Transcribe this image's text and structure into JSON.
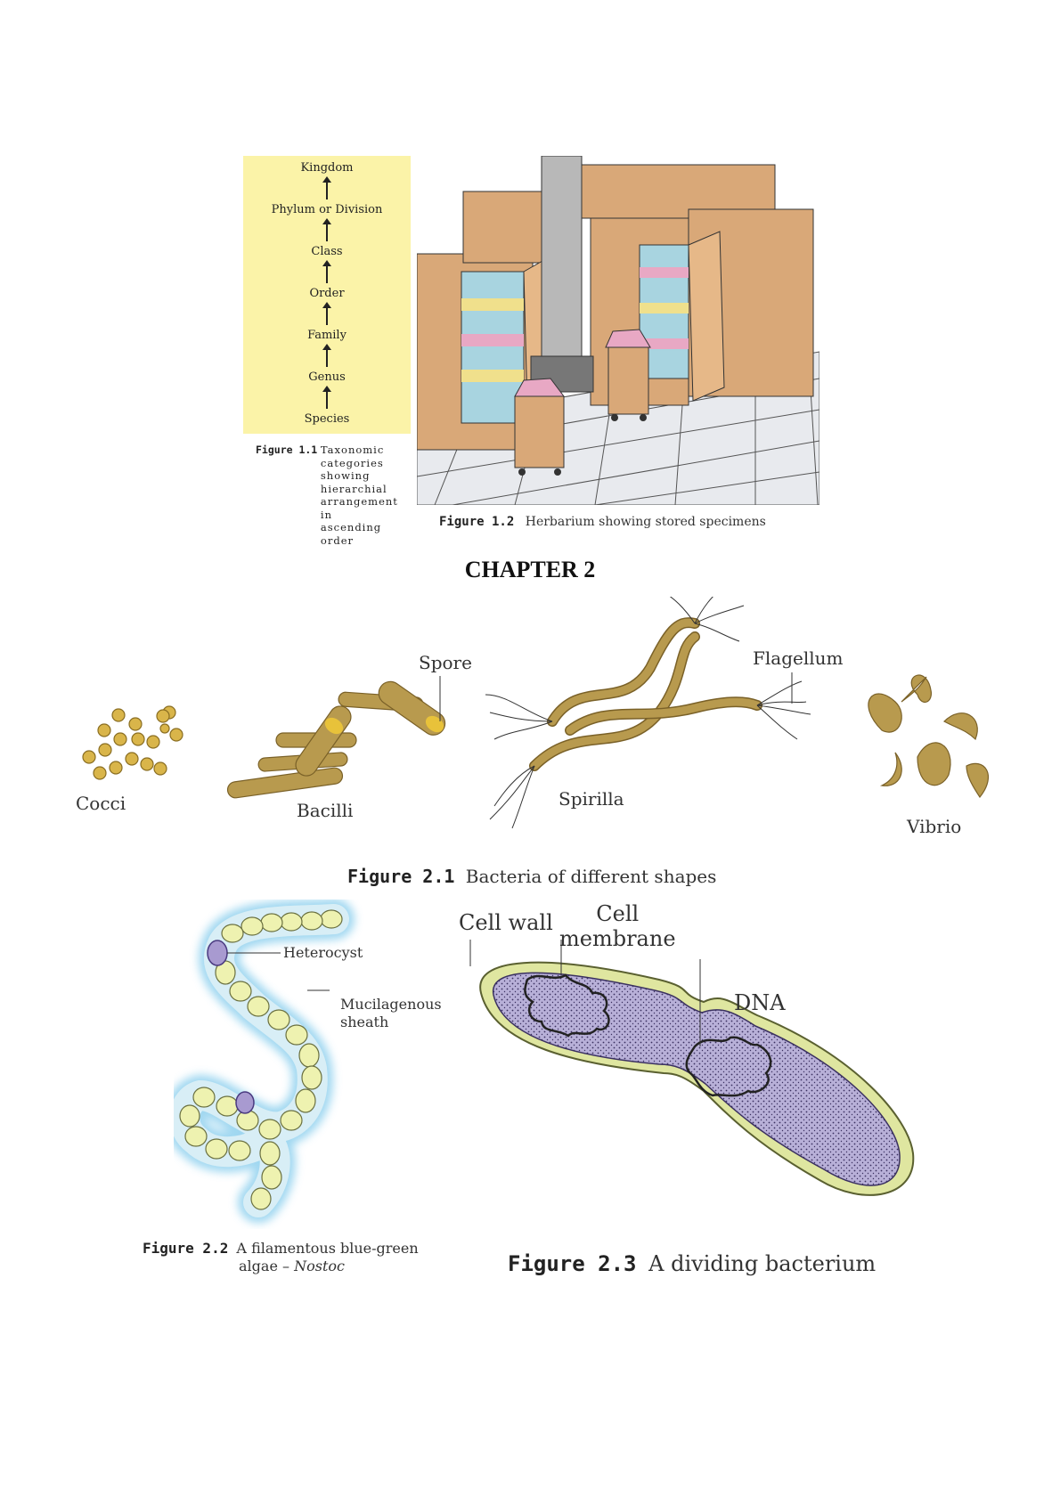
{
  "figure_1_1": {
    "ranks": [
      "Kingdom",
      "Phylum or Division",
      "Class",
      "Order",
      "Family",
      "Genus",
      "Species"
    ],
    "caption_label": "Figure 1.1",
    "caption_text": "Taxonomic categories showing hierarchial arrangement in ascending order"
  },
  "figure_1_2": {
    "caption_label": "Figure 1.2",
    "caption_text": "Herbarium showing stored specimens"
  },
  "chapter_heading": "CHAPTER 2",
  "figure_2_1": {
    "labels": {
      "cocci": "Cocci",
      "bacilli": "Bacilli",
      "spore": "Spore",
      "spirilla": "Spirilla",
      "flagellum": "Flagellum",
      "vibrio": "Vibrio"
    },
    "caption_label": "Figure 2.1",
    "caption_text": "Bacteria of different shapes"
  },
  "figure_2_2": {
    "labels": {
      "heterocyst": "Heterocyst",
      "sheath_line1": "Mucilagenous",
      "sheath_line2": "sheath"
    },
    "caption_label": "Figure 2.2",
    "caption_text": "A filamentous blue-green",
    "caption_text2": "algae –",
    "caption_italic": "Nostoc"
  },
  "figure_2_3": {
    "labels": {
      "cell_wall": "Cell wall",
      "cell_membrane_line1": "Cell",
      "cell_membrane_line2": "membrane",
      "dna": "DNA"
    },
    "caption_label": "Figure 2.3",
    "caption_text": "A dividing bacterium"
  },
  "colors": {
    "taxonomy_box": "#fbf3a8",
    "bacteria_fill": "#b89a4e",
    "cocci_fill": "#d9b54a",
    "nostoc_cell": "#eef2b0",
    "nostoc_glow": "#8fd0ee",
    "heterocyst": "#a89ad0",
    "bacterium_body": "#b8b0d8",
    "bacterium_wall": "#dfe6a0"
  }
}
